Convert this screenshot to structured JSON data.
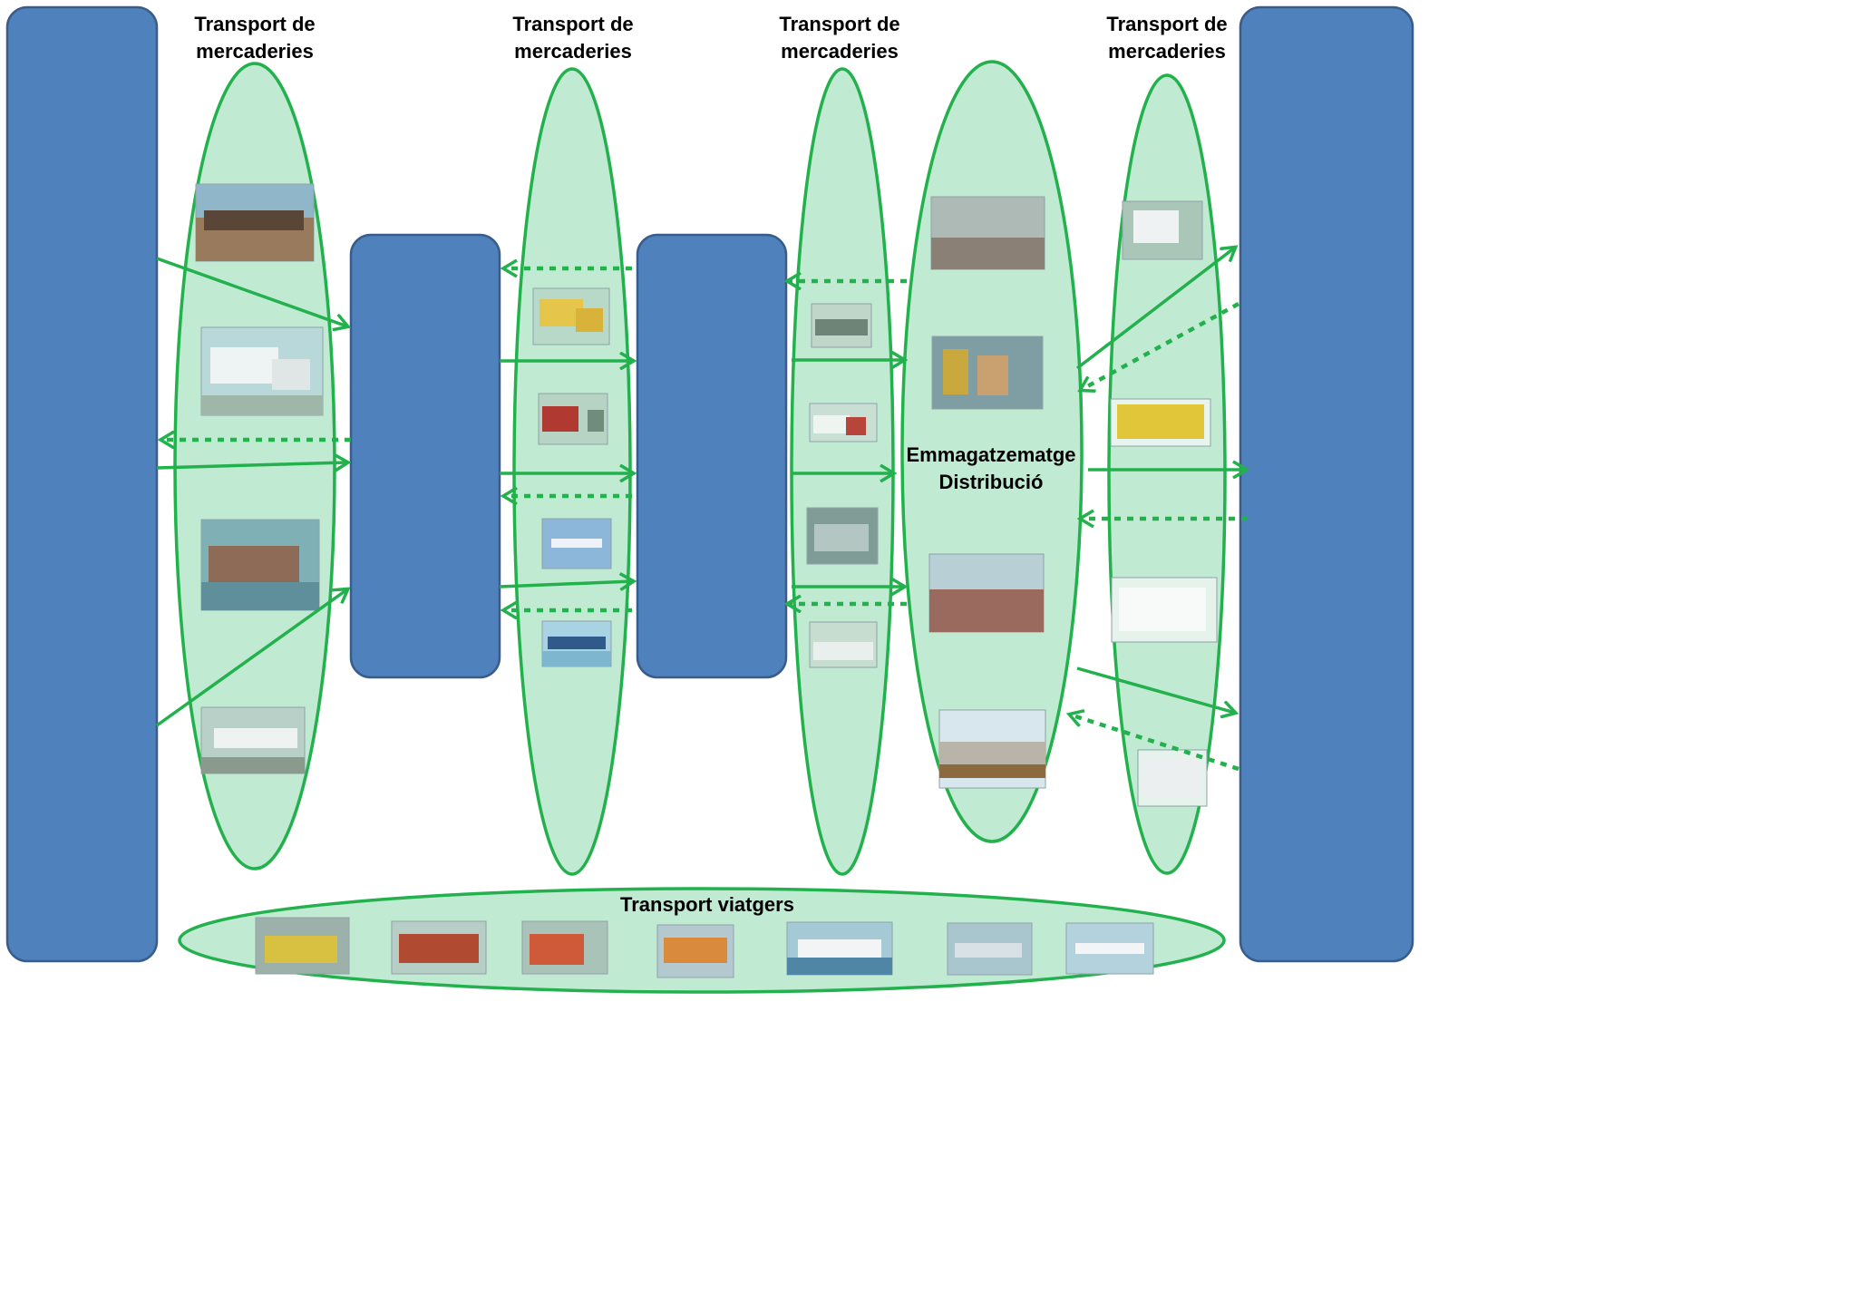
{
  "labels": {
    "freight_col1_line1": "Transport de",
    "freight_col1_line2": "mercaderies",
    "freight_col2_line1": "Transport de",
    "freight_col2_line2": "mercaderies",
    "freight_col3_line1": "Transport de",
    "freight_col3_line2": "mercaderies",
    "freight_col4_line1": "Transport de",
    "freight_col4_line2": "mercaderies",
    "warehouse_line1": "Emmagatzematge",
    "warehouse_line2": "Distribució",
    "passenger": "Transport viatgers"
  },
  "images": {
    "col1": [
      "freight-train-photo",
      "semi-truck-photo",
      "container-ship-photo",
      "cargo-plane-photo"
    ],
    "col2": [
      "yellow-truck-photo",
      "locomotive-photo",
      "airplane-photo",
      "container-ship-photo"
    ],
    "col3": [
      "truck-fleet-photo",
      "red-truck-photo",
      "truck-photo",
      "warehouse-trailers-photo"
    ],
    "col4": [
      "warehouse-interior-photo",
      "warehouse-shelves-photo",
      "port-terminal-photo",
      "warehouse-exterior-photo"
    ],
    "col5": [
      "white-van-photo",
      "yellow-van-photo",
      "white-van-photo",
      "small-van-photo"
    ],
    "passenger": [
      "taxi-photo",
      "coach-bus-photo",
      "city-bus-photo",
      "train-photo",
      "ferry-photo",
      "fast-ferry-photo",
      "jet-airliner-photo"
    ]
  },
  "colors": {
    "block": "#4f81bd",
    "oval_fill": "#c0ead2",
    "oval_stroke": "#22b14c",
    "arrow": "#22b14c"
  }
}
